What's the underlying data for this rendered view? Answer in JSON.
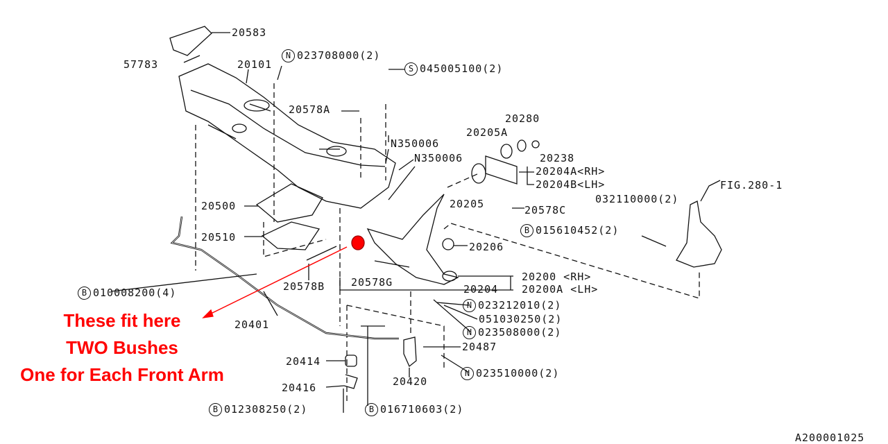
{
  "labels": {
    "p20583": "20583",
    "p57783": "57783",
    "p20101": "20101",
    "p023708000": "023708000(2)",
    "p045005100": "045005100(2)",
    "p20578A": "20578A",
    "p20280": "20280",
    "p20205A": "20205A",
    "p20238": "20238",
    "pN350006a": "N350006",
    "pN350006b": "N350006",
    "p20204A": "20204A<RH>",
    "p20204B": "20204B<LH>",
    "fig": "FIG.280-1",
    "p032110000": "032110000(2)",
    "p20205": "20205",
    "p20578C": "20578C",
    "p20500": "20500",
    "p015610452": "015610452(2)",
    "p20510": "20510",
    "p20206": "20206",
    "p20200": "20200  <RH>",
    "p20200A": "20200A <LH>",
    "p20578G": "20578G",
    "p20204": "20204",
    "p20578B": "20578B",
    "p010008200": "010008200(4)",
    "p023212010": "023212010(2)",
    "p051030250": "051030250(2)",
    "p20401": "20401",
    "p023508000": "023508000(2)",
    "p20487": "20487",
    "p20414": "20414",
    "p023510000": "023510000(2)",
    "p20420": "20420",
    "p20416": "20416",
    "p012308250": "012308250(2)",
    "p016710603": "016710603(2)",
    "diagram_id": "A200001025"
  },
  "prefix": {
    "N": "N",
    "S": "S",
    "B": "B"
  },
  "annotation": {
    "line1": "These fit here",
    "line2": "TWO Bushes",
    "line3": "One for Each Front Arm",
    "color": "#ff0000"
  }
}
